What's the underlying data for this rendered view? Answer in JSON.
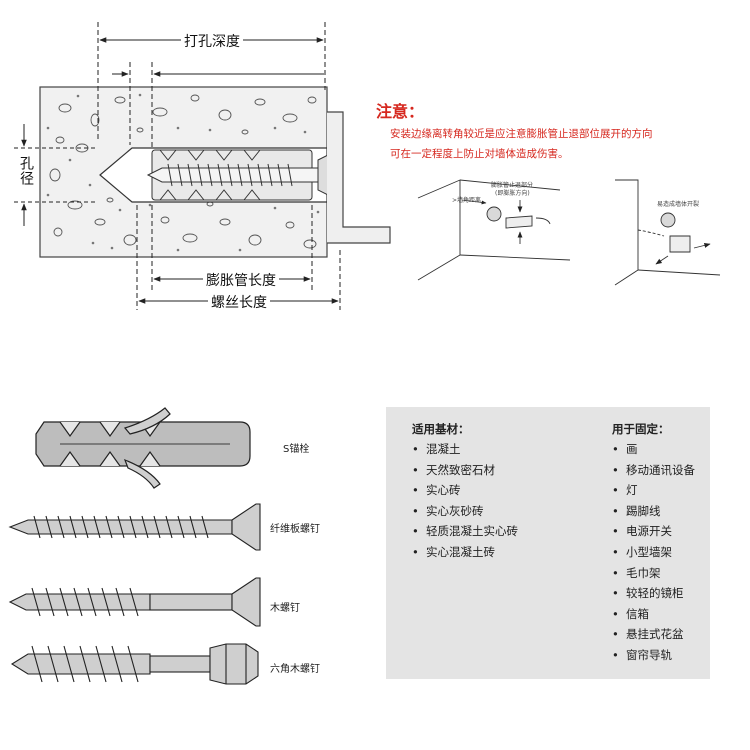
{
  "top_diagram": {
    "drill_depth_label": "打孔深度",
    "hole_diameter_label": "孔径",
    "expansion_tube_length_label": "膨胀管长度",
    "screw_length_label": "螺丝长度"
  },
  "note": {
    "title": "注意：",
    "lines": [
      "安装边缘离转角较近是应注意膨胀管止退部位展开的方向",
      "可在一定程度上防止对墙体造成伤害。"
    ],
    "sketch_left_labels": [
      "膨胀管止退部分",
      "(即膨胀方向)",
      ">墙角距离"
    ],
    "sketch_right_label": "易造成墙体开裂"
  },
  "fasteners": [
    {
      "label": "S锚栓",
      "icon": "s-anchor-icon"
    },
    {
      "label": "纤维板螺钉",
      "icon": "fiberboard-screw-icon"
    },
    {
      "label": "木螺钉",
      "icon": "wood-screw-icon"
    },
    {
      "label": "六角木螺钉",
      "icon": "hex-wood-screw-icon"
    }
  ],
  "panel": {
    "left_title": "适用基材：",
    "left_items": [
      "混凝土",
      "天然致密石材",
      "实心砖",
      "实心灰砂砖",
      "轻质混凝土实心砖",
      "实心混凝土砖"
    ],
    "right_title": "用于固定：",
    "right_items": [
      "画",
      "移动通讯设备",
      "灯",
      "踢脚线",
      "电源开关",
      "小型墙架",
      "毛巾架",
      "较轻的镜柜",
      "信箱",
      "悬挂式花盆",
      "窗帘导轨"
    ],
    "bullet": "•",
    "background": "#e4e4e4"
  },
  "colors": {
    "note_red": "#d6281f",
    "wall_fill": "#f1f1f1",
    "line": "#222222"
  }
}
